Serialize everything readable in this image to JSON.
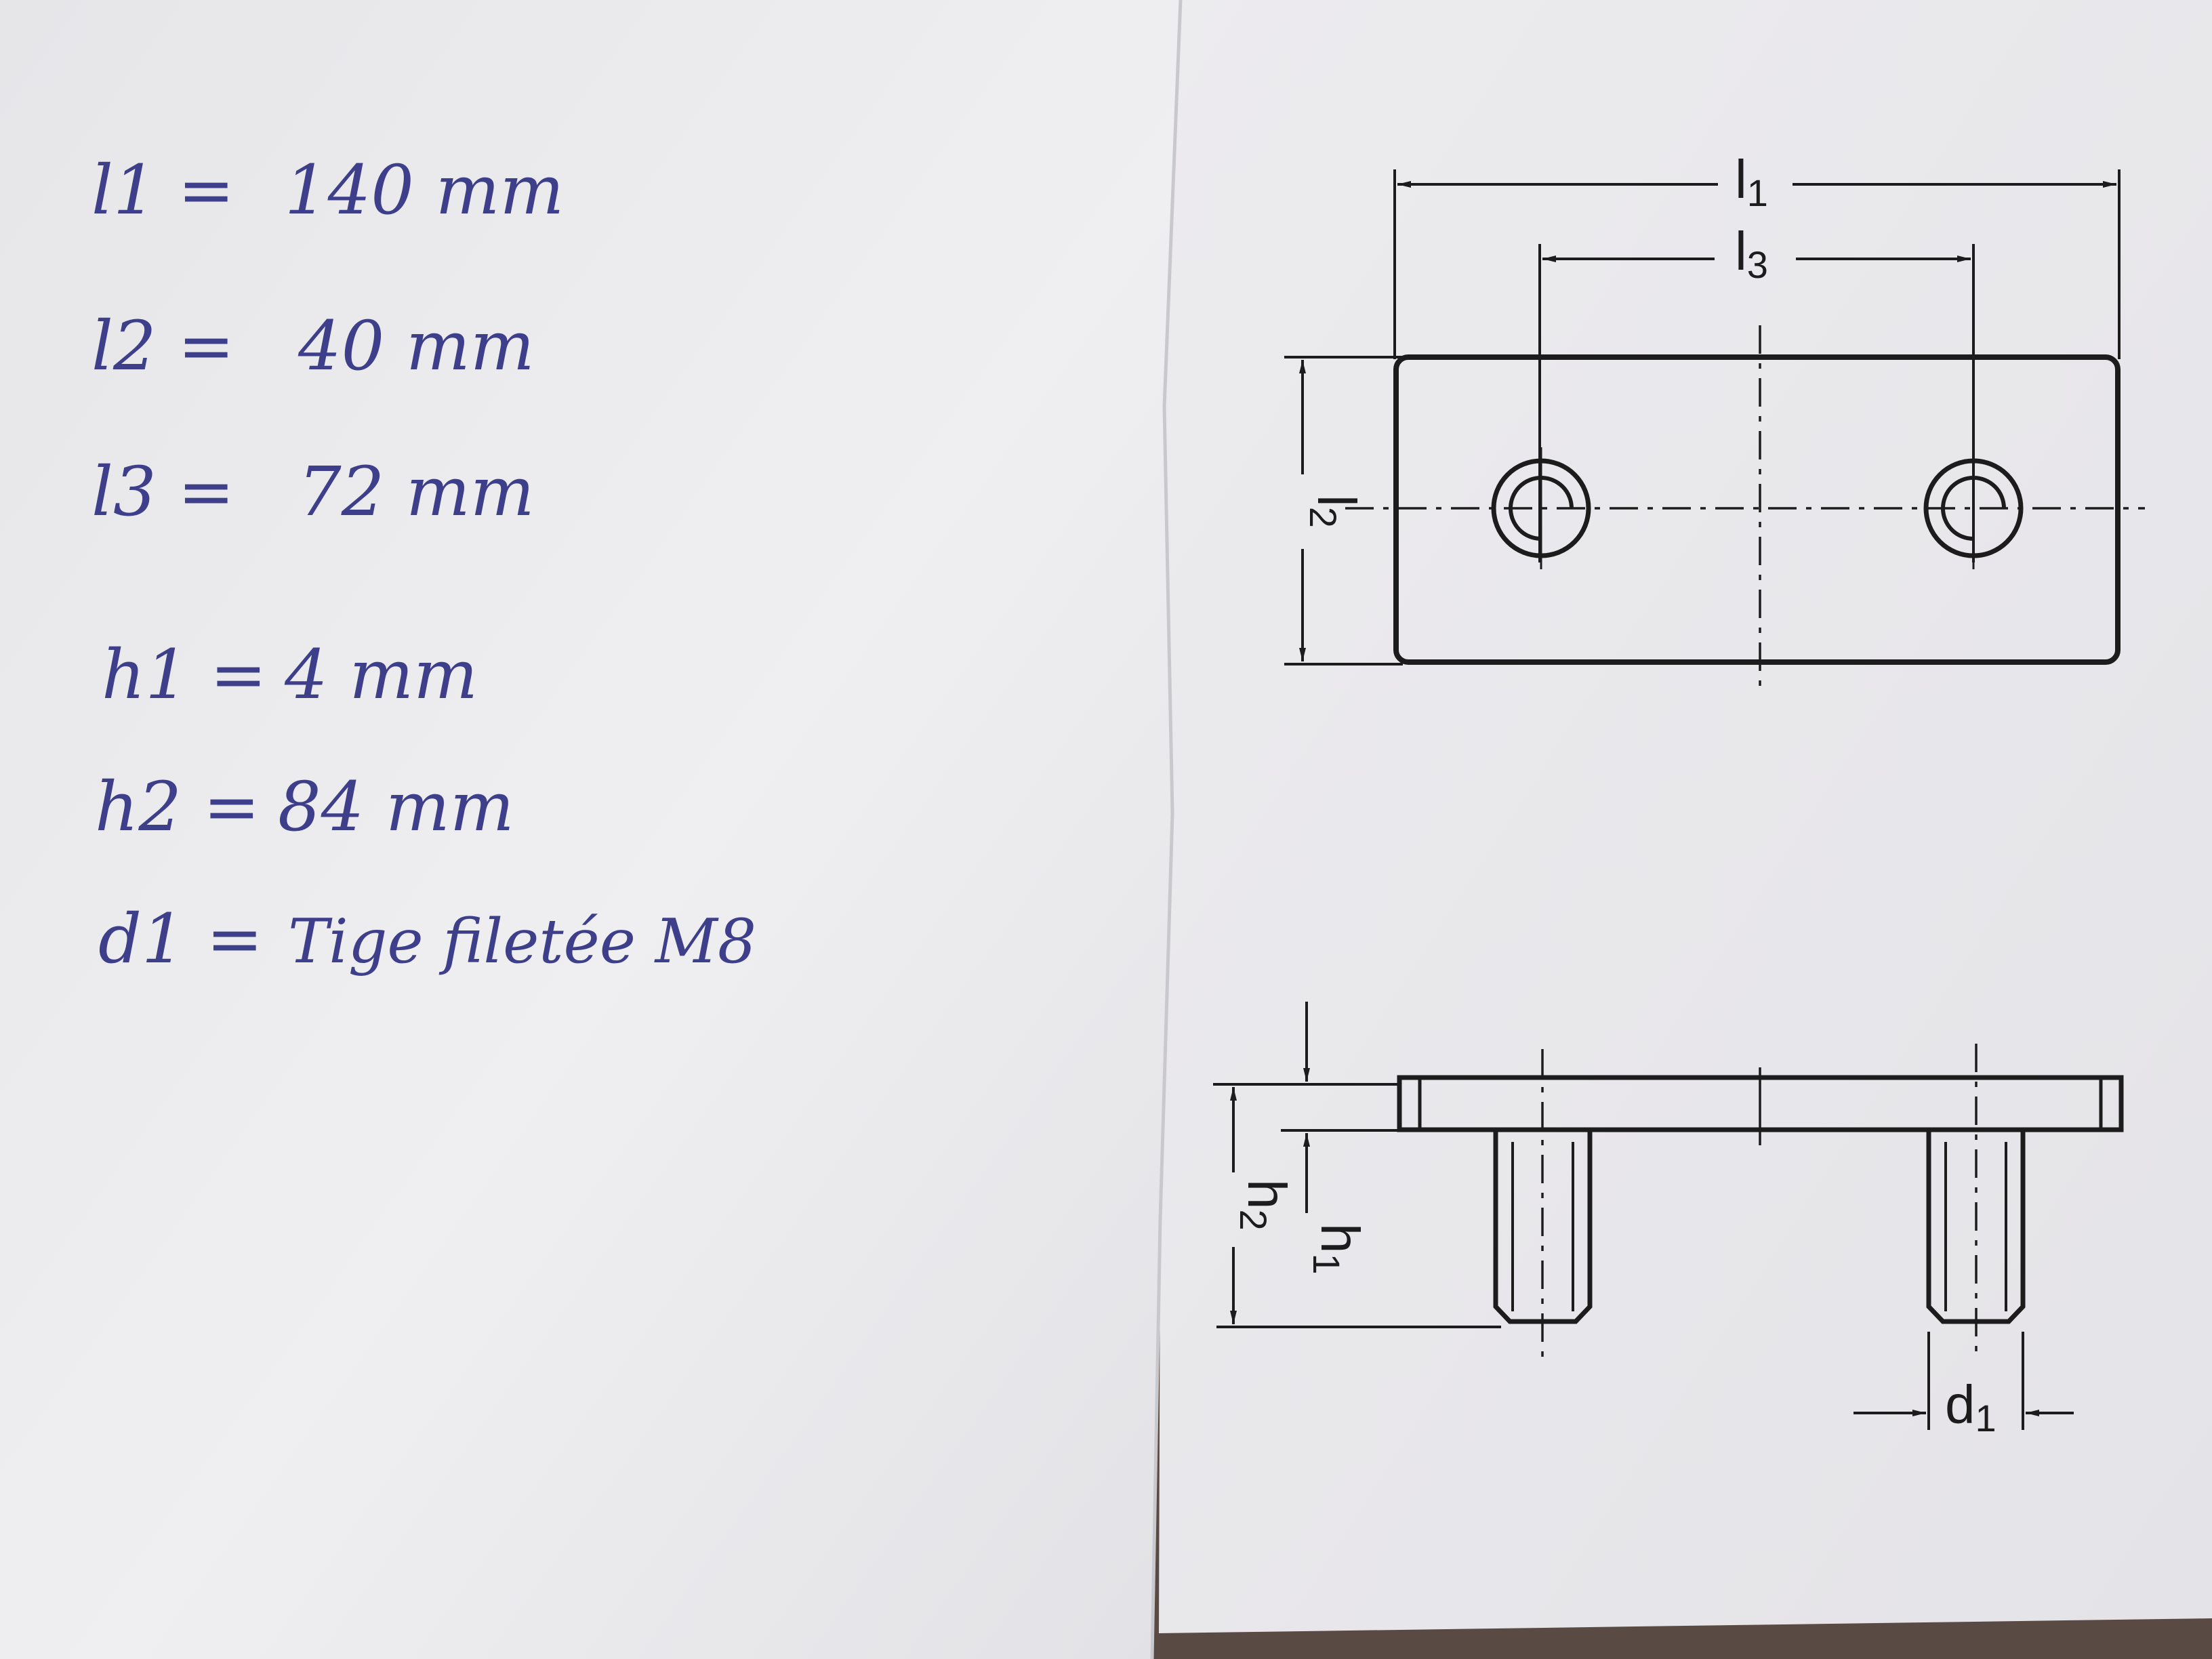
{
  "left_sheet": {
    "notes": [
      {
        "label": "l1 =",
        "value": "140 mm"
      },
      {
        "label": "l2 =",
        "value": "40 mm"
      },
      {
        "label": "l3 =",
        "value": "72 mm"
      },
      {
        "label": "h1 =",
        "value": "4 mm"
      },
      {
        "label": "h2 =",
        "value": "84 mm"
      },
      {
        "label": "d1 =",
        "value": "Tige filetée M8"
      }
    ]
  },
  "drawing": {
    "top_view": {
      "dim_l1": {
        "main": "l",
        "sub": "1"
      },
      "dim_l3": {
        "main": "l",
        "sub": "3"
      },
      "dim_l2": {
        "main": "l",
        "sub": "2"
      }
    },
    "side_view": {
      "dim_h1": {
        "main": "h",
        "sub": "1"
      },
      "dim_h2": {
        "main": "h",
        "sub": "2"
      },
      "dim_d1": {
        "main": "d",
        "sub": "1"
      }
    }
  }
}
